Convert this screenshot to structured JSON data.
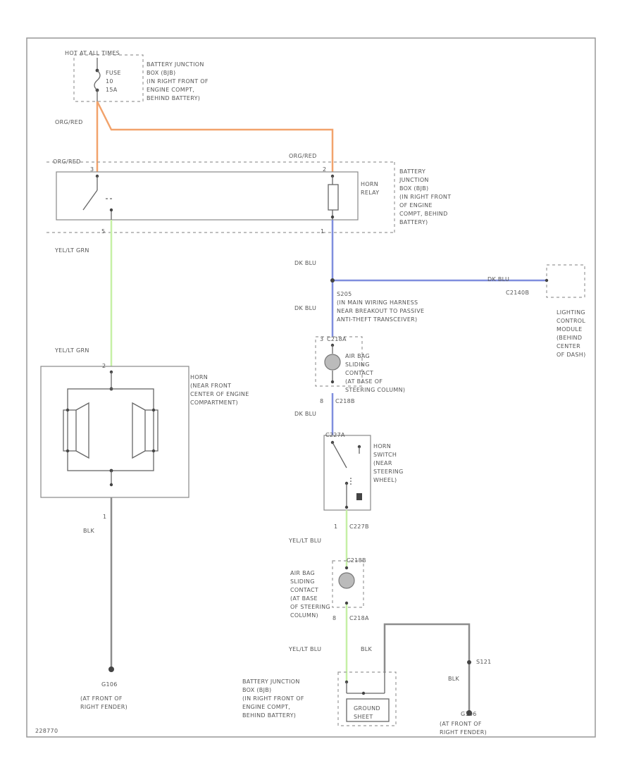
{
  "colors": {
    "orange_wire": "#f2a36c",
    "blue_wire": "#7f8ede",
    "green_wire": "#c6f0a6",
    "black_wire": "#8c8c8c"
  },
  "fuse": {
    "header": "HOT AT ALL TIMES",
    "fuse_label": [
      "FUSE",
      "10",
      "15A"
    ],
    "location": [
      "BATTERY JUNCTION",
      "BOX (BJB)",
      "(IN RIGHT FRONT OF",
      "ENGINE COMPT,",
      "BEHIND BATTERY)"
    ]
  },
  "wires": {
    "org_red_1": "ORG/RED",
    "org_red_2": "ORG/RED",
    "org_red_3": "ORG/RED",
    "yel_grn_1": "YEL/LT GRN",
    "yel_grn_2": "YEL/LT GRN",
    "dk_blu_1": "DK BLU",
    "dk_blu_2": "DK BLU",
    "dk_blu_3": "DK BLU",
    "dk_blu_4": "DK BLU",
    "blk_1": "BLK",
    "blk_2": "BLK",
    "blk_3": "BLK",
    "yel_blu_1": "YEL/LT BLU",
    "yel_blu_2": "YEL/LT BLU"
  },
  "relay": {
    "name": [
      "HORN",
      "RELAY"
    ],
    "location": [
      "BATTERY",
      "JUNCTION",
      "BOX (BJB)",
      "(IN RIGHT FRONT",
      "OF ENGINE",
      "COMPT, BEHIND",
      "BATTERY)"
    ],
    "pin_labels": [
      "3",
      "2",
      "5",
      "1"
    ]
  },
  "horn": {
    "location": [
      "HORN",
      "(NEAR FRONT",
      "CENTER OF ENGINE",
      "COMPARTMENT)"
    ],
    "pin_labels": [
      "2",
      "1"
    ]
  },
  "splice": {
    "name": "S205",
    "location": [
      "(IN MAIN WIRING HARNESS",
      "NEAR BREAKOUT TO PASSIVE",
      "ANTI-THEFT TRANSCEIVER)"
    ]
  },
  "lighting_module": {
    "connector": "C2140B",
    "location": [
      "LIGHTING",
      "CONTROL",
      "MODULE",
      "(BEHIND",
      "CENTER",
      "OF DASH)"
    ]
  },
  "airbag_contact_upper": {
    "connector": "C218A",
    "location": [
      "AIR BAG",
      "SLIDING",
      "CONTACT",
      "(AT BASE OF",
      "STEERING COLUMN)"
    ],
    "lower_connector": "C218B",
    "pin_top": "3",
    "pin_bottom": "8"
  },
  "horn_switch": {
    "connector_top": "C227A",
    "connector_bottom": "C227B",
    "location": [
      "HORN",
      "SWITCH",
      "(NEAR",
      "STEERING",
      "WHEEL)"
    ],
    "pin_bottom": "1"
  },
  "airbag_contact_lower": {
    "connector_top": "C218B",
    "connector_bottom": "C218A",
    "location": [
      "AIR BAG",
      "SLIDING",
      "CONTACT",
      "(AT BASE",
      "OF STEERING",
      "COLUMN)"
    ],
    "pin_bottom": "8"
  },
  "ground_left": {
    "name": "G106",
    "location": [
      "(AT FRONT OF",
      "RIGHT FENDER)"
    ]
  },
  "ground_right": {
    "splice": "S121",
    "name": "G106",
    "location": [
      "(AT FRONT OF",
      "RIGHT FENDER)"
    ]
  },
  "bjb_ground": {
    "location": [
      "BATTERY JUNCTION",
      "BOX (BJB)",
      "(IN RIGHT FRONT OF",
      "ENGINE COMPT,",
      "BEHIND BATTERY)"
    ],
    "name": [
      "GROUND",
      "SHEET"
    ]
  },
  "footer": {
    "code": "228770"
  }
}
